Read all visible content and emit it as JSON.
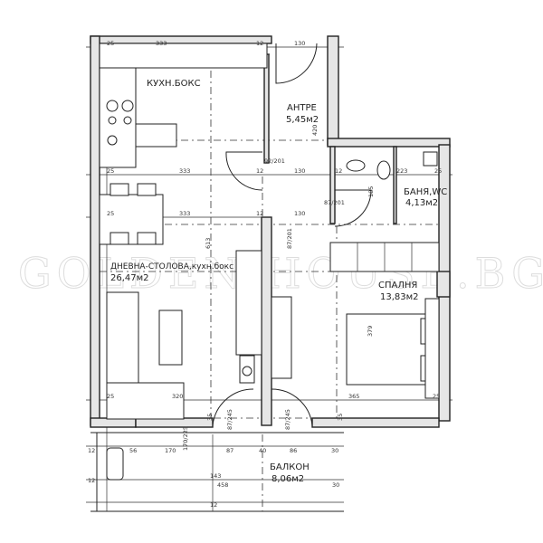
{
  "watermark": "GOLDEN HOUSE.BG",
  "rooms": [
    {
      "name": "КУХН.БОКС",
      "area": ""
    },
    {
      "name": "АНТРЕ",
      "area": "5,45м2"
    },
    {
      "name": "БАНЯ,WC",
      "area": "4,13м2"
    },
    {
      "name": "ДНЕВНА-СТОЛОВА,кухн.бокс",
      "area": "26,47м2"
    },
    {
      "name": "СПАЛНЯ",
      "area": "13,83м2"
    },
    {
      "name": "БАЛКОН",
      "area": "8,06м2"
    }
  ],
  "dimensions": {
    "top_row": [
      "25",
      "333",
      "12",
      "130"
    ],
    "mid_row1": [
      "25",
      "333",
      "12",
      "130",
      "12",
      "223",
      "25"
    ],
    "mid_row2": [
      "25",
      "333",
      "12",
      "130"
    ],
    "bottom_row": [
      "25",
      "320",
      "365",
      "25"
    ],
    "balcony_row": [
      "12",
      "56",
      "170",
      "87",
      "40",
      "86",
      "30"
    ],
    "balcony_depth": [
      "143",
      "458",
      "12",
      "12",
      "30"
    ],
    "vertical": [
      "420",
      "185",
      "613",
      "379"
    ],
    "door_openings": [
      "92/201",
      "87/201",
      "87/201",
      "87/245",
      "87/245",
      "170/225",
      "35",
      "35"
    ]
  }
}
